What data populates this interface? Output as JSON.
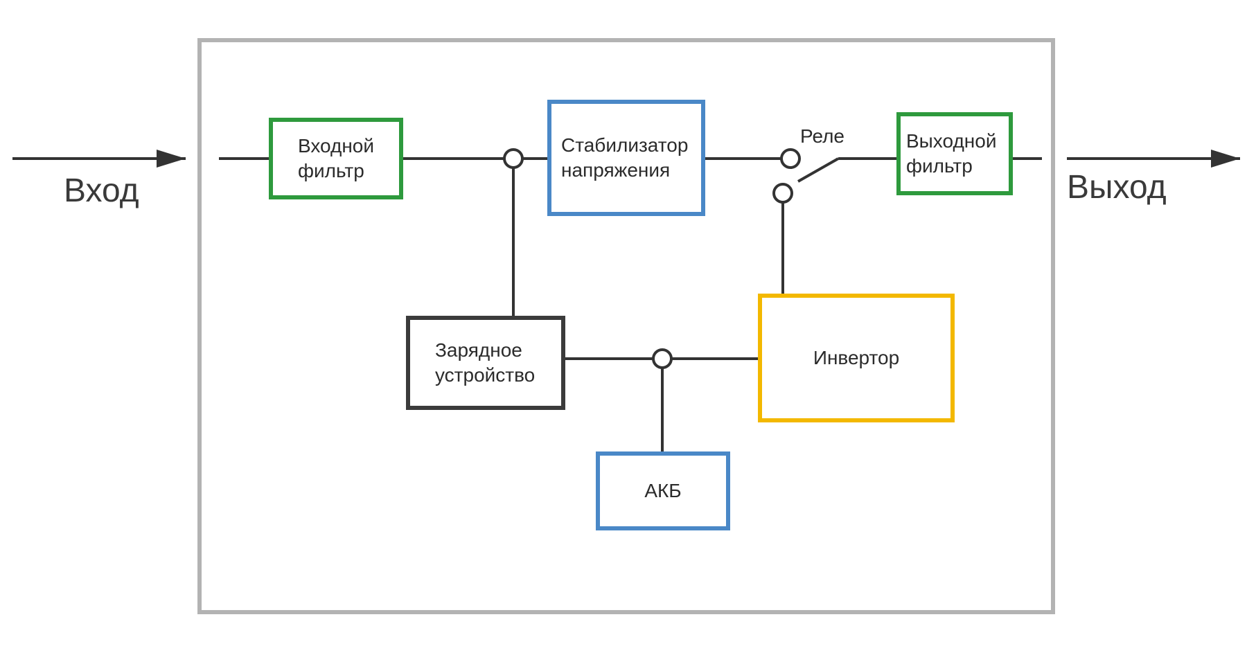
{
  "labels": {
    "input": "Вход",
    "output": "Выход",
    "relay": "Реле"
  },
  "blocks": {
    "input_filter": "Входной\nфильтр",
    "stabilizer": "Стабилизатор\nнапряжения",
    "output_filter": "Выходной\nфильтр",
    "charger": "Зарядное\nустройство",
    "inverter": "Инвертор",
    "battery": "АКБ"
  },
  "colors": {
    "line": "#333333",
    "frame": "#b3b3b3",
    "filter_green": "#2e9a3d",
    "stabilizer_blue": "#4a88c7",
    "charger_dark": "#3b3b3b",
    "inverter_yellow": "#f3b800",
    "battery_blue": "#4a88c7"
  }
}
